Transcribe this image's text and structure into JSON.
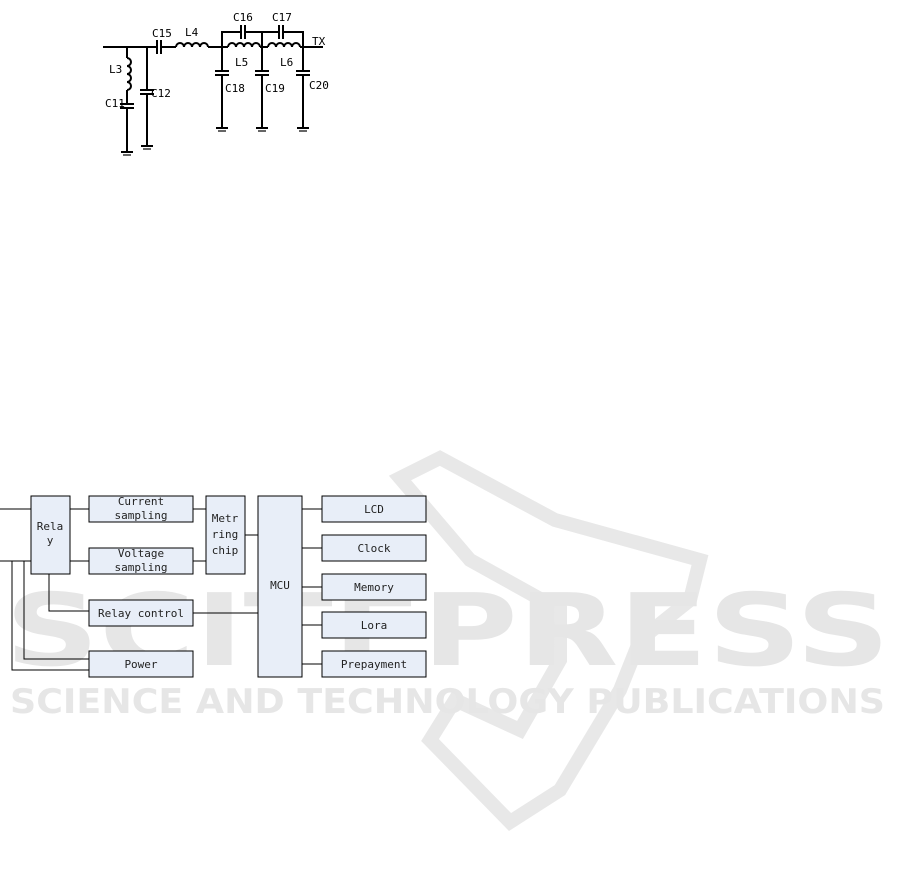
{
  "watermark": {
    "brand": "SCITEPRESS",
    "tagline": "SCIENCE AND TECHNOLOGY PUBLICATIONS"
  },
  "circuit": {
    "labels": {
      "c15": "C15",
      "l4": "L4",
      "c16": "C16",
      "c17": "C17",
      "tx": "TX",
      "l3": "L3",
      "c11": "C11",
      "c12": "C12",
      "l5": "L5",
      "l6": "L6",
      "c18": "C18",
      "c19": "C19",
      "c20": "C20"
    }
  },
  "block_diagram": {
    "relay": [
      "Rela",
      "y"
    ],
    "current_sampling": [
      "Current",
      "sampling"
    ],
    "voltage_sampling": [
      "Voltage",
      "sampling"
    ],
    "metering_chip": [
      "Metr",
      "ring",
      "chip"
    ],
    "mcu": "MCU",
    "relay_control": "Relay control",
    "power": "Power",
    "lcd": "LCD",
    "clock": "Clock",
    "memory": "Memory",
    "lora": "Lora",
    "prepayment": "Prepayment"
  }
}
